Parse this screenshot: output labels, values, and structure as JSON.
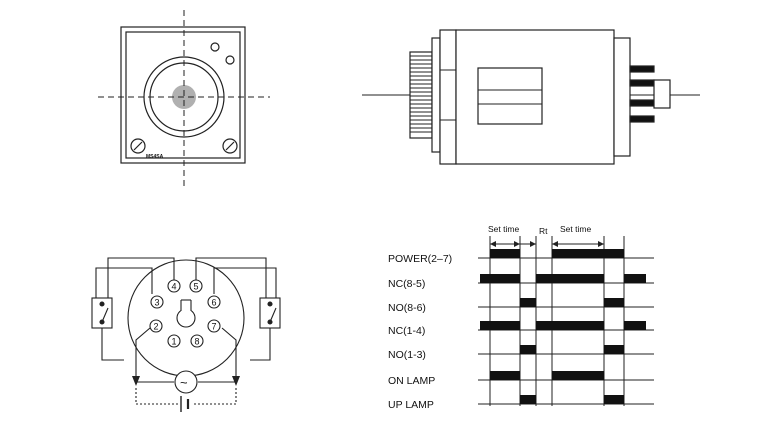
{
  "front_view": {
    "model_label": "MS4SA"
  },
  "socket": {
    "pins": [
      "1",
      "2",
      "3",
      "4",
      "5",
      "6",
      "7",
      "8"
    ],
    "ac_symbol": "~"
  },
  "timing": {
    "header_labels": {
      "set_time_1": "Set time",
      "reset_time": "Rt",
      "set_time_2": "Set time"
    },
    "rows": [
      {
        "label": "POWER(2–7)"
      },
      {
        "label": "NC(8-5)"
      },
      {
        "label": "NO(8-6)"
      },
      {
        "label": "NC(1-4)"
      },
      {
        "label": "NO(1-3)"
      },
      {
        "label": "ON LAMP"
      },
      {
        "label": "UP LAMP"
      }
    ]
  }
}
